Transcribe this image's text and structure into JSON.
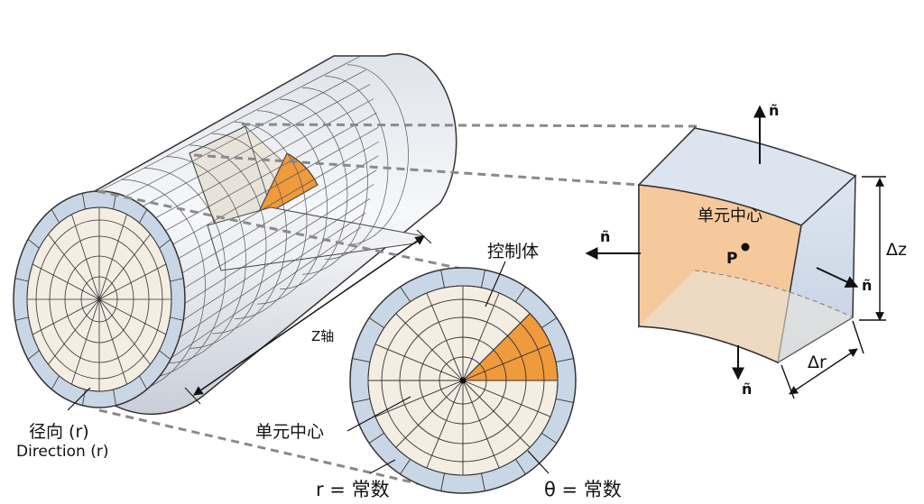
{
  "labels": {
    "radial_cn": "径向 (r)",
    "radial_en": "Direction (r)",
    "z_axis": "Z轴",
    "control_volume": "控制体",
    "cell_center_mid": "单元中心",
    "r_const": "r = 常数",
    "theta_const": "θ = 常数",
    "cell_center_box": "单元中心",
    "point_p": "P",
    "normal": "ñ",
    "delta_z": "Δz",
    "delta_r": "Δr"
  },
  "colors": {
    "highlight": "#ef9a3c",
    "face_blue": "#cfdcea",
    "face_cream": "#f3ece0",
    "face_orange": "#f6c99c",
    "dash": "#8a8a8a"
  }
}
